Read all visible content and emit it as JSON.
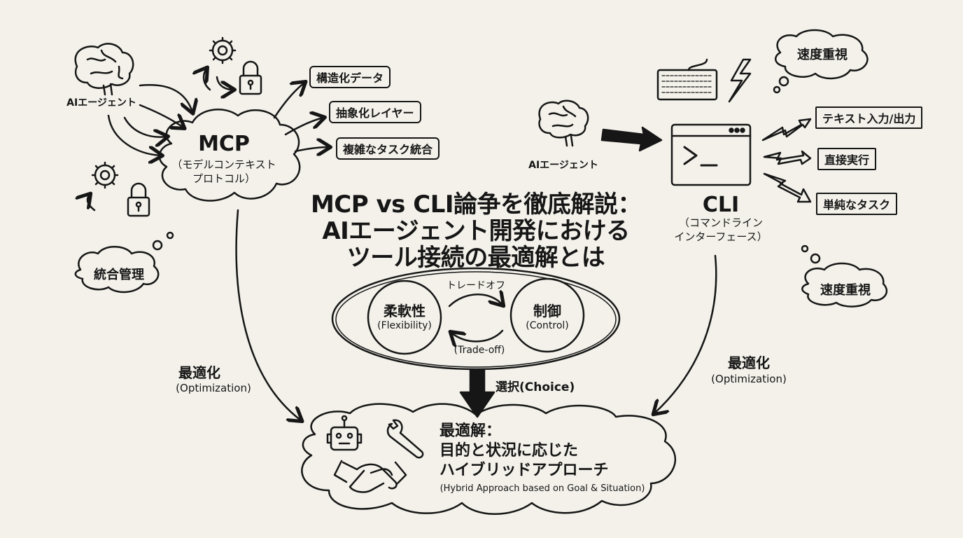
{
  "title": {
    "line1": "MCP vs CLI論争を徹底解説：",
    "line2": "AIエージェント開発における",
    "line3": "ツール接続の最適解とは"
  },
  "mcp": {
    "agent_label": "AIエージェント",
    "name": "MCP",
    "sub1": "（モデルコンテキスト",
    "sub2": "プロトコル）",
    "features": [
      "構造化データ",
      "抽象化レイヤー",
      "複雑なタスク統合"
    ],
    "thought": "統合管理",
    "optimize": "最適化",
    "optimize_en": "(Optimization)"
  },
  "cli": {
    "agent_label": "AIエージェント",
    "name": "CLI",
    "sub1": "（コマンドライン",
    "sub2": "インターフェース）",
    "prompt": ">_",
    "features": [
      "テキスト入力/出力",
      "直接実行",
      "単純なタスク"
    ],
    "thought_top": "速度重視",
    "thought_bottom": "速度重視",
    "optimize": "最適化",
    "optimize_en": "(Optimization)"
  },
  "tradeoff": {
    "label_jp": "トレードオフ",
    "label_en": "(Trade-off)",
    "left_jp": "柔軟性",
    "left_en": "(Flexibility)",
    "right_jp": "制御",
    "right_en": "(Control)",
    "choice": "選択(Choice)"
  },
  "result": {
    "line1": "最適解：",
    "line2": "目的と状況に応じた",
    "line3": "ハイブリッドアプローチ",
    "line4": "(Hybrid Approach based on Goal & Situation)"
  }
}
